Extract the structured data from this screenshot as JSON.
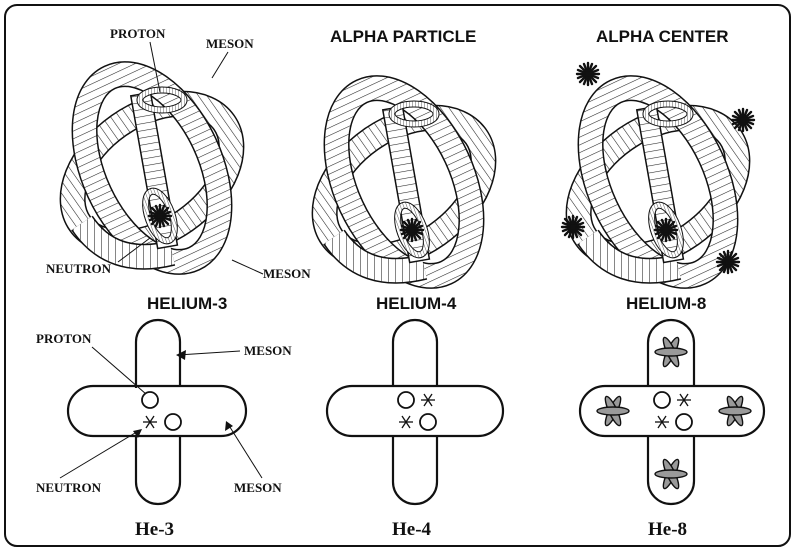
{
  "labels": {
    "proton_top": "PROTON",
    "meson_top": "MESON",
    "neutron_top": "NEUTRON",
    "meson_bottom_right": "MESON",
    "alpha_particle": "ALPHA PARTICLE",
    "alpha_center": "ALPHA CENTER",
    "helium3": "HELIUM-3",
    "helium4": "HELIUM-4",
    "helium8": "HELIUM-8",
    "proton_bottom": "PROTON",
    "meson_mid": "MESON",
    "neutron_bottom": "NEUTRON",
    "meson_lower": "MESON",
    "he3": "He-3",
    "he4": "He-4",
    "he8": "He-8"
  },
  "colors": {
    "ink": "#111111",
    "fill_gray": "#9a9a9a",
    "background": "#ffffff"
  }
}
